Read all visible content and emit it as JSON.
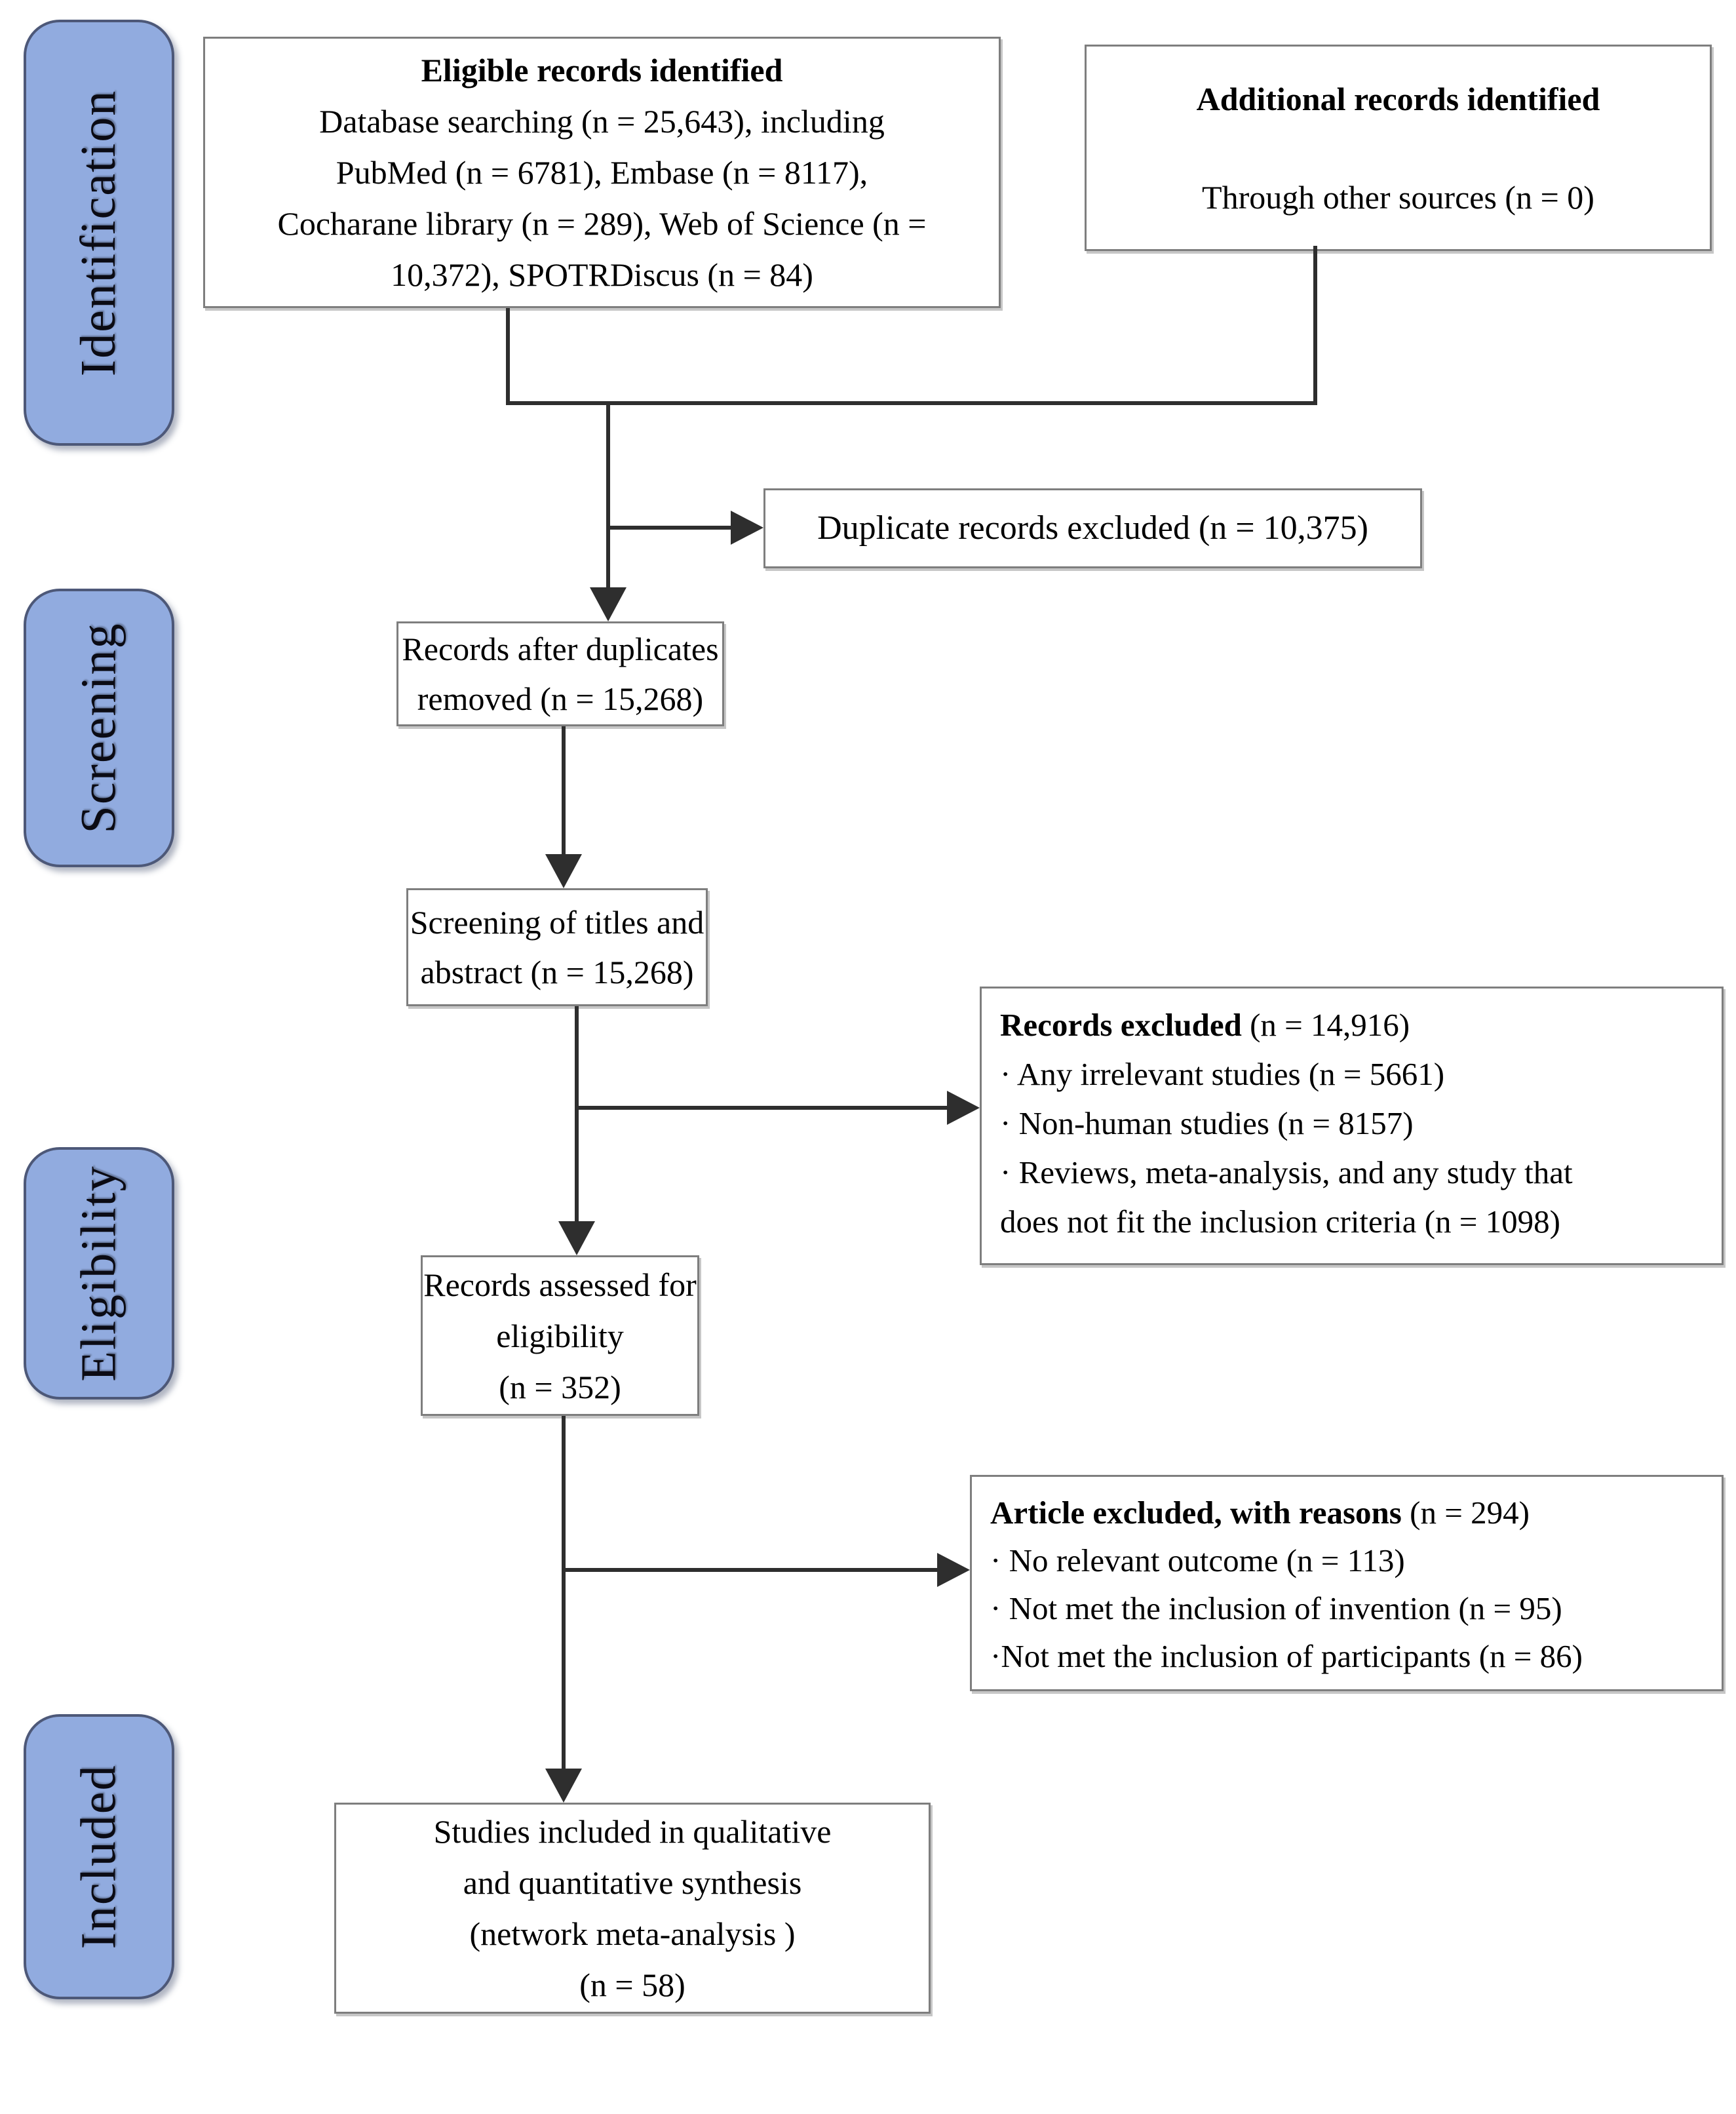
{
  "figure": {
    "type": "prisma-flow-diagram",
    "stages": [
      {
        "label": "Identification"
      },
      {
        "label": "Screening"
      },
      {
        "label": "Eligibility"
      },
      {
        "label": "Included"
      }
    ],
    "boxes": {
      "eligible": {
        "title": "Eligible records identified",
        "lines": [
          "Database searching (n = 25,643), including",
          "PubMed (n = 6781), Embase (n = 8117),",
          "Cocharane library (n = 289), Web of Science (n =",
          "10,372), SPOTRDiscus (n = 84)"
        ]
      },
      "additional": {
        "title": "Additional records identified",
        "body": "Through other sources (n = 0)"
      },
      "duplicates_excluded": {
        "line": "Duplicate records excluded (n = 10,375)"
      },
      "after_duplicates": {
        "lines": [
          "Records after duplicates",
          "removed (n = 15,268)"
        ]
      },
      "screening_titles": {
        "lines": [
          "Screening of titles and",
          "abstract (n = 15,268)"
        ]
      },
      "records_excluded": {
        "title": "Records excluded",
        "count": " (n = 14,916)",
        "lines": [
          "· Any irrelevant studies (n = 5661)",
          "· Non-human studies (n = 8157)",
          "· Reviews, meta-analysis, and any study that",
          "does not fit the inclusion criteria (n = 1098)"
        ]
      },
      "assessed": {
        "lines": [
          "Records assessed for",
          "eligibility",
          "(n = 352)"
        ]
      },
      "article_excluded": {
        "title": "Article excluded, with reasons",
        "count": " (n = 294)",
        "lines": [
          "· No relevant outcome (n = 113)",
          "· Not met the inclusion of invention (n = 95)",
          "·Not met the inclusion of participants (n = 86)"
        ]
      },
      "included_studies": {
        "lines": [
          "Studies included in qualitative",
          "and quantitative synthesis",
          "(network meta-analysis )",
          "(n = 58)"
        ]
      }
    },
    "colors": {
      "stage_fill": "#91abdf",
      "stage_border": "#4d5878",
      "box_border": "#7e7e7e",
      "connector": "#2e2e2e",
      "text": "#000000",
      "background": "#ffffff"
    }
  }
}
